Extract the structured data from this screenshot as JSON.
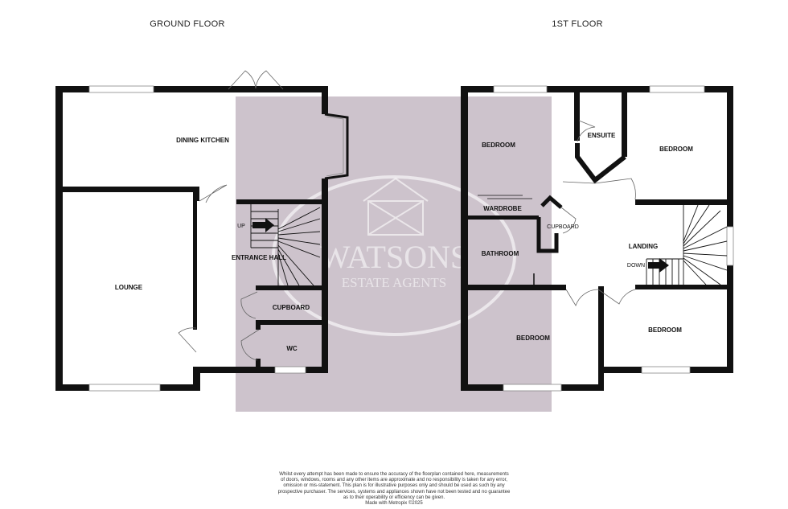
{
  "floors": {
    "ground": {
      "title": "GROUND FLOOR",
      "rooms": {
        "dining_kitchen": "DINING KITCHEN",
        "lounge": "LOUNGE",
        "entrance_hall": "ENTRANCE HALL",
        "cupboard": "CUPBOARD",
        "wc": "WC"
      },
      "stairs_label": "UP"
    },
    "first": {
      "title": "1ST FLOOR",
      "rooms": {
        "bedroom_1": "BEDROOM",
        "ensuite": "ENSUITE",
        "bedroom_2": "BEDROOM",
        "wardrobe": "WARDROBE",
        "cupboard": "CUPBOARD",
        "bathroom": "BATHROOM",
        "landing": "LANDING",
        "bedroom_3": "BEDROOM",
        "bedroom_4": "BEDROOM"
      },
      "stairs_label": "DOWN"
    }
  },
  "watermark": {
    "line1": "WATSONS",
    "line2": "ESTATE AGENTS"
  },
  "disclaimer": [
    "Whilst every attempt has been made to ensure the accuracy of the floorplan contained here, measurements",
    "of doors, windows, rooms and any other items are approximate and no responsibility is taken for any error,",
    "omission or mis-statement. This plan is for illustrative purposes only and should be used as such by any",
    "prospective purchaser. The services, systems and appliances shown have not been tested and no guarantee",
    "as to their operability or efficiency can be given.",
    "Made with Metropix ©2025"
  ],
  "colors": {
    "wall": "#111111",
    "watermark_panel": "#cdc3cc",
    "background": "#ffffff"
  }
}
